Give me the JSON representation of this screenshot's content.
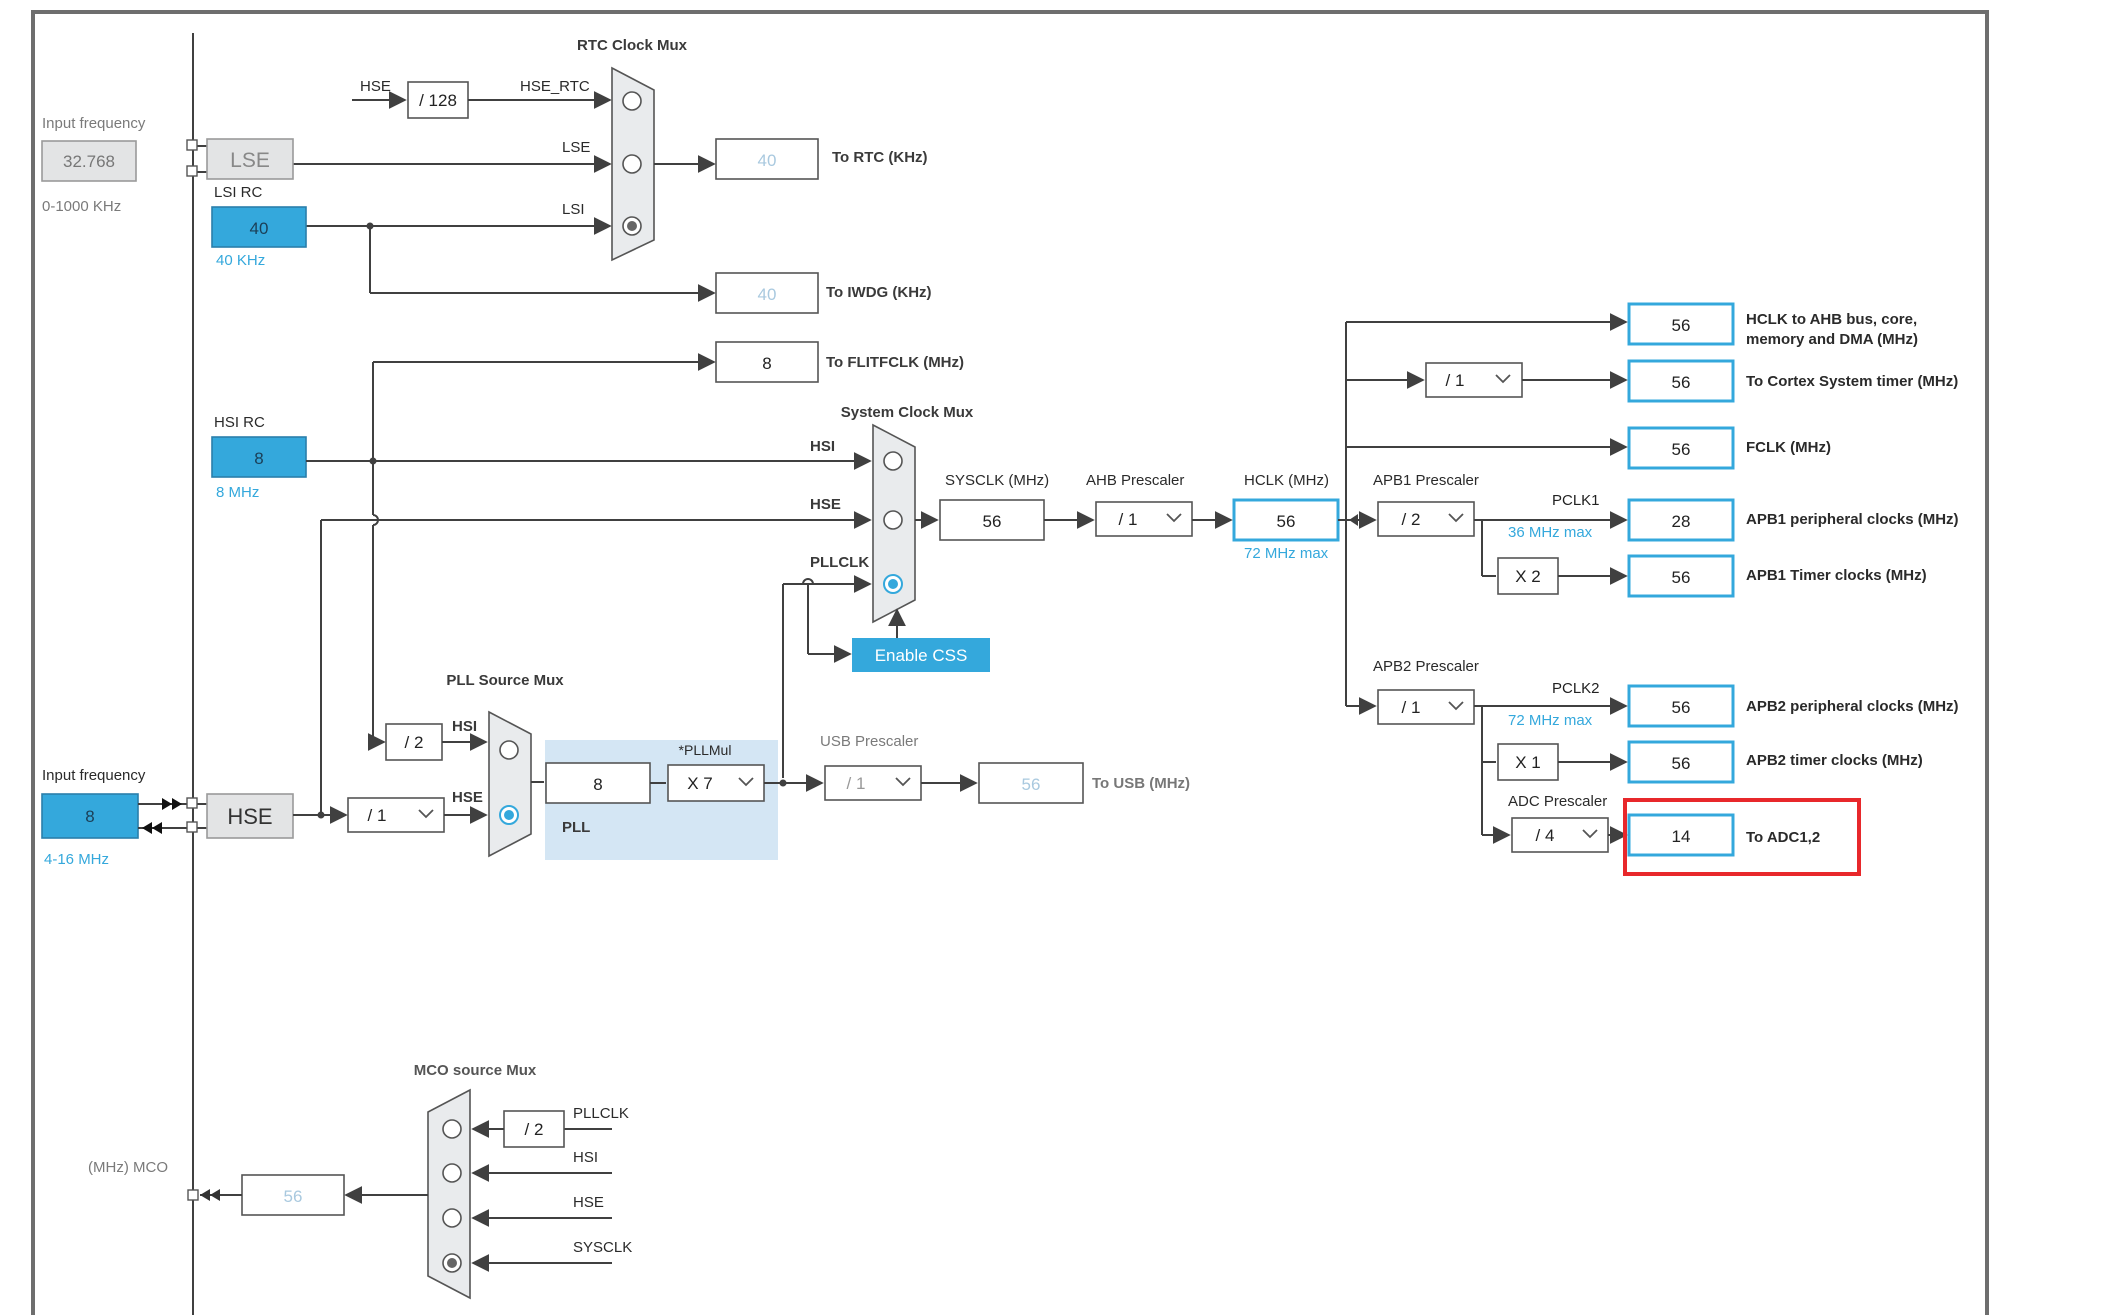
{
  "rtc": {
    "title": "RTC Clock Mux",
    "hse_label": "HSE",
    "div": "/ 128",
    "hse_rtc_label": "HSE_RTC",
    "lse_label": "LSE",
    "lsi_label": "LSI",
    "output": "40",
    "output_label": "To RTC (KHz)"
  },
  "lse": {
    "input_label": "Input frequency",
    "input_value": "32.768",
    "range": "0-1000 KHz",
    "name": "LSE"
  },
  "lsi": {
    "name": "LSI RC",
    "value": "40",
    "freq": "40 KHz"
  },
  "iwdg": {
    "output": "40",
    "label": "To IWDG (KHz)"
  },
  "flitf": {
    "output": "8",
    "label": "To FLITFCLK (MHz)"
  },
  "hsi": {
    "name": "HSI RC",
    "value": "8",
    "freq": "8 MHz"
  },
  "sysmux": {
    "title": "System Clock Mux",
    "hsi_label": "HSI",
    "hse_label": "HSE",
    "pllclk_label": "PLLCLK",
    "css_button": "Enable CSS"
  },
  "sysclk": {
    "label": "SYSCLK (MHz)",
    "value": "56"
  },
  "ahb": {
    "label": "AHB Prescaler",
    "value": "/ 1"
  },
  "hclk": {
    "label": "HCLK (MHz)",
    "value": "56",
    "max": "72 MHz max"
  },
  "apb1": {
    "label": "APB1 Prescaler",
    "value": "/ 2",
    "pclk_label": "PCLK1",
    "max": "36 MHz max",
    "timer_mult": "X 2"
  },
  "apb2": {
    "label": "APB2 Prescaler",
    "value": "/ 1",
    "pclk_label": "PCLK2",
    "max": "72 MHz max",
    "timer_mult": "X 1"
  },
  "adc": {
    "label": "ADC Prescaler",
    "value": "/ 4"
  },
  "cortex_div": "/ 1",
  "outputs": [
    {
      "value": "56",
      "label": "HCLK to AHB bus, core,",
      "label2": "memory and DMA (MHz)"
    },
    {
      "value": "56",
      "label": "To Cortex System timer (MHz)"
    },
    {
      "value": "56",
      "label": "FCLK (MHz)"
    },
    {
      "value": "28",
      "label": "APB1 peripheral clocks (MHz)"
    },
    {
      "value": "56",
      "label": "APB1 Timer clocks (MHz)"
    },
    {
      "value": "56",
      "label": "APB2 peripheral clocks (MHz)"
    },
    {
      "value": "56",
      "label": "APB2 timer clocks (MHz)"
    },
    {
      "value": "14",
      "label": "To ADC1,2"
    }
  ],
  "hse": {
    "input_label": "Input frequency",
    "input_value": "8",
    "range": "4-16 MHz",
    "name": "HSE",
    "prediv": "/ 1"
  },
  "pllsrc": {
    "title": "PLL Source Mux",
    "hsi_div": "/ 2",
    "hsi_label": "HSI",
    "hse_label": "HSE"
  },
  "pll": {
    "label": "PLL",
    "value": "8",
    "mul_label": "*PLLMul",
    "mul_value": "X 7"
  },
  "usb": {
    "label": "USB Prescaler",
    "value": "/ 1",
    "output": "56",
    "output_label": "To USB (MHz)"
  },
  "mco": {
    "title": "MCO source Mux",
    "div": "/ 2",
    "pllclk_label": "PLLCLK",
    "hsi_label": "HSI",
    "hse_label": "HSE",
    "sysclk_label": "SYSCLK",
    "output": "56",
    "output_label": "(MHz) MCO"
  },
  "colors": {
    "accent": "#34a8dc",
    "highlight": "#e8282b",
    "pll_zone": "#d4e6f4"
  }
}
